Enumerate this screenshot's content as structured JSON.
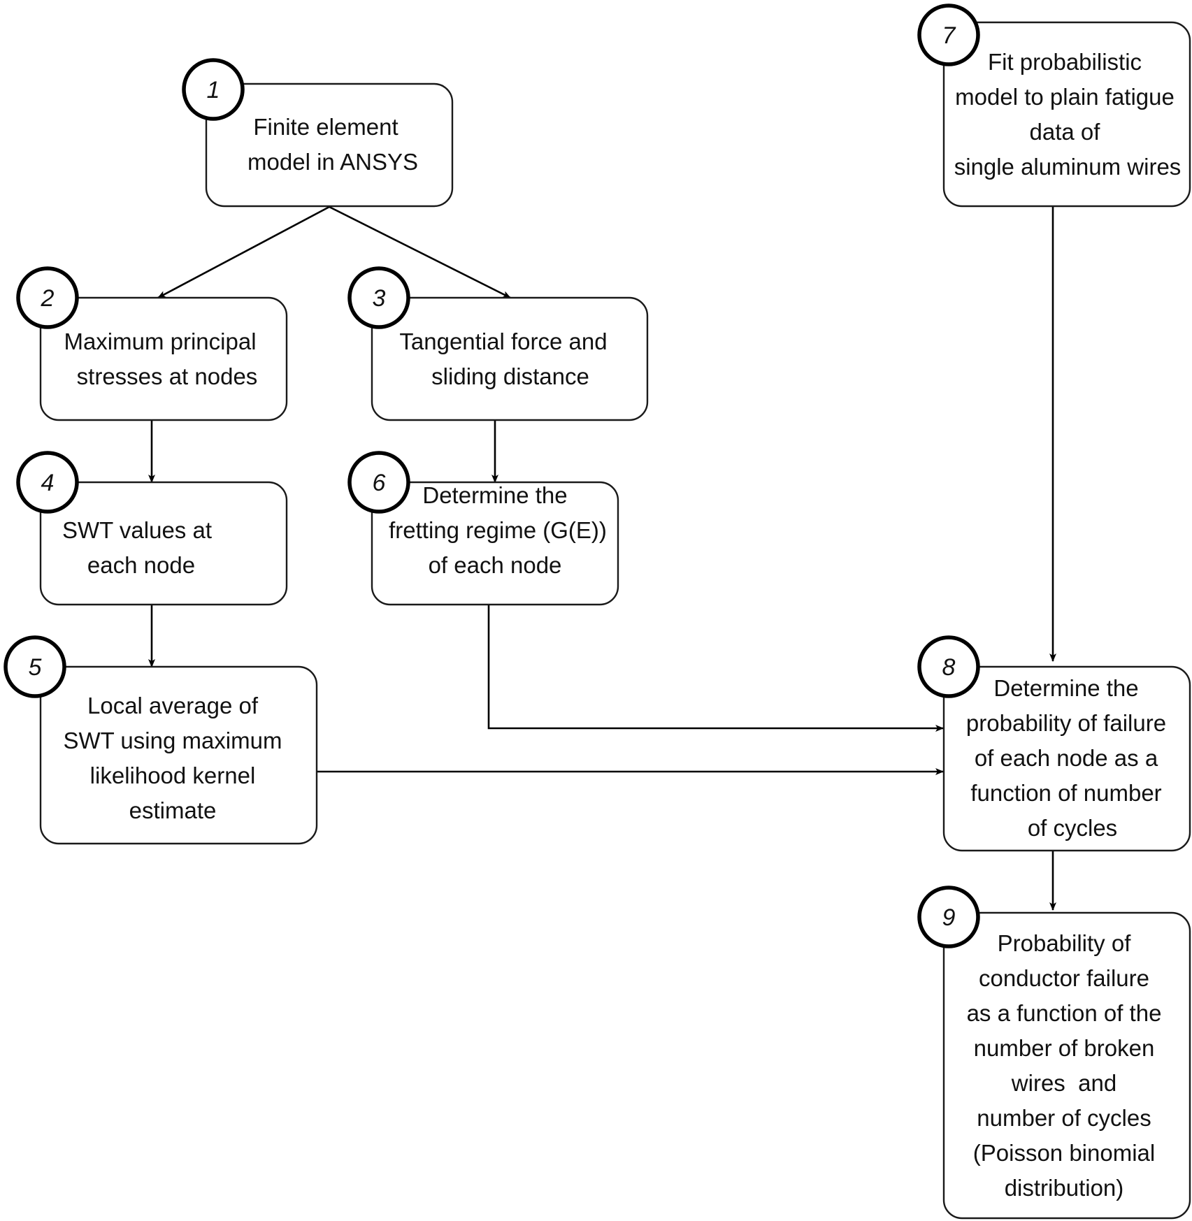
{
  "nodes": [
    {
      "id": "1",
      "number": "1",
      "lines": [
        "Finite element",
        "model in ANSYS"
      ]
    },
    {
      "id": "2",
      "number": "2",
      "lines": [
        "Maximum principal",
        "stresses at nodes"
      ]
    },
    {
      "id": "3",
      "number": "3",
      "lines": [
        "Tangential force and",
        "sliding distance"
      ]
    },
    {
      "id": "4",
      "number": "4",
      "lines": [
        "SWT values at",
        "each node"
      ]
    },
    {
      "id": "5",
      "number": "5",
      "lines": [
        "Local average of",
        "SWT using maximum",
        "likelihood kernel",
        "estimate"
      ]
    },
    {
      "id": "6",
      "number": "6",
      "lines": [
        "Determine the",
        "fretting regime (G(E))",
        "of each node"
      ]
    },
    {
      "id": "7",
      "number": "7",
      "lines": [
        "Fit probabilistic",
        "model to plain fatigue",
        "data of",
        "single aluminum wires"
      ]
    },
    {
      "id": "8",
      "number": "8",
      "lines": [
        "Determine the",
        "probability of failure",
        "of each node as a",
        "function of number",
        "of cycles"
      ]
    },
    {
      "id": "9",
      "number": "9",
      "lines": [
        "Probability of",
        "conductor failure",
        "as a function of the",
        "number of broken",
        "wires  and",
        "number of cycles",
        "(Poisson binomial",
        "distribution)"
      ]
    }
  ],
  "edges": [
    {
      "from": "1",
      "to": "2"
    },
    {
      "from": "1",
      "to": "3"
    },
    {
      "from": "2",
      "to": "4"
    },
    {
      "from": "3",
      "to": "6"
    },
    {
      "from": "4",
      "to": "5"
    },
    {
      "from": "5",
      "to": "8"
    },
    {
      "from": "6",
      "to": "8"
    },
    {
      "from": "7",
      "to": "8"
    },
    {
      "from": "8",
      "to": "9"
    }
  ]
}
